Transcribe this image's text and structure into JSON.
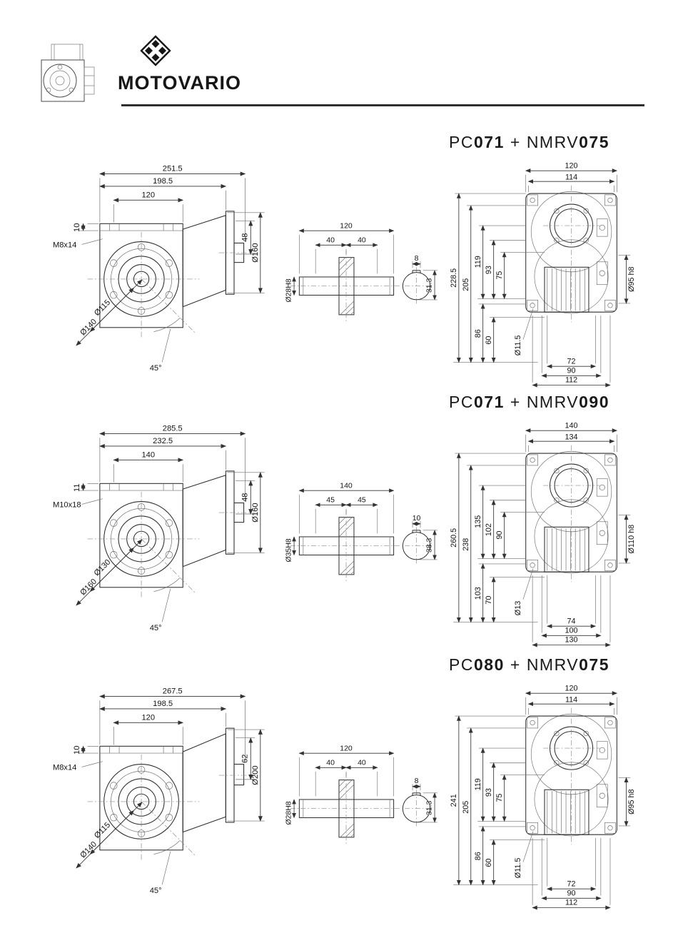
{
  "header": {
    "brand": "MOTOVARIO",
    "logo_icon": "motovario-diamond-logo",
    "thumbnail_icon": "gearbox-drawing-thumbnail"
  },
  "sections": [
    {
      "title": {
        "m1": "PC",
        "n1": "071",
        "plus": "+",
        "m2": "NMRV",
        "n2": "075"
      },
      "side": {
        "total": "251.5",
        "mid": "198.5",
        "inner": "120",
        "lip": "10",
        "thread": "M8x14",
        "boss": "48",
        "flange": "Ø160",
        "dia1": "Ø115",
        "dia2": "Ø140",
        "angle": "45°"
      },
      "shaft": {
        "width": "120",
        "half1": "40",
        "half2": "40",
        "bore": "Ø28H8",
        "key_w": "8",
        "key_d": "31.3"
      },
      "front": {
        "top1": "120",
        "top2": "114",
        "h1": "228.5",
        "h2": "205",
        "h3": "119",
        "h4": "93",
        "h5": "75",
        "h6": "86",
        "h7": "60",
        "shaft_dia": "Ø95 h8",
        "hole_dia": "Ø11.5",
        "b1": "72",
        "b2": "90",
        "b3": "112"
      }
    },
    {
      "title": {
        "m1": "PC",
        "n1": "071",
        "plus": "+",
        "m2": "NMRV",
        "n2": "090"
      },
      "side": {
        "total": "285.5",
        "mid": "232.5",
        "inner": "140",
        "lip": "11",
        "thread": "M10x18",
        "boss": "48",
        "flange": "Ø160",
        "dia1": "Ø130",
        "dia2": "Ø160",
        "angle": "45°"
      },
      "shaft": {
        "width": "140",
        "half1": "45",
        "half2": "45",
        "bore": "Ø35H8",
        "key_w": "10",
        "key_d": "38.3"
      },
      "front": {
        "top1": "140",
        "top2": "134",
        "h1": "260.5",
        "h2": "238",
        "h3": "135",
        "h4": "102",
        "h5": "90",
        "h6": "103",
        "h7": "70",
        "shaft_dia": "Ø110 h8",
        "hole_dia": "Ø13",
        "b1": "74",
        "b2": "100",
        "b3": "130"
      }
    },
    {
      "title": {
        "m1": "PC",
        "n1": "080",
        "plus": "+",
        "m2": "NMRV",
        "n2": "075"
      },
      "side": {
        "total": "267.5",
        "mid": "198.5",
        "inner": "120",
        "lip": "10",
        "thread": "M8x14",
        "boss": "62",
        "flange": "Ø200",
        "dia1": "Ø115",
        "dia2": "Ø140",
        "angle": "45°"
      },
      "shaft": {
        "width": "120",
        "half1": "40",
        "half2": "40",
        "bore": "Ø28H8",
        "key_w": "8",
        "key_d": "31.3"
      },
      "front": {
        "top1": "120",
        "top2": "114",
        "h1": "241",
        "h2": "205",
        "h3": "119",
        "h4": "93",
        "h5": "75",
        "h6": "86",
        "h7": "60",
        "shaft_dia": "Ø95 h8",
        "hole_dia": "Ø11.5",
        "b1": "72",
        "b2": "90",
        "b3": "112"
      }
    }
  ]
}
